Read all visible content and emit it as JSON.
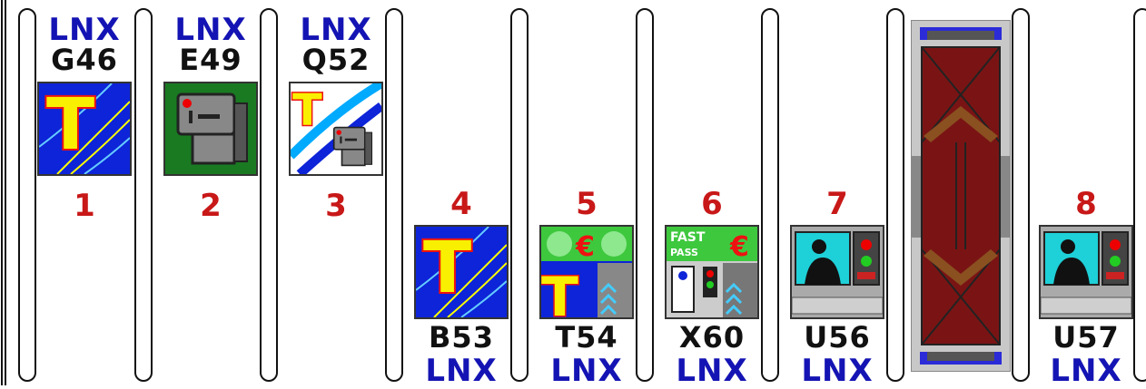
{
  "colors": {
    "brand_text": "#1414b4",
    "code_text": "#111111",
    "number_text": "#c81818",
    "tile_blue": "#0d24d8",
    "tile_green": "#1a7a22",
    "tile_yellow": "#f8f000",
    "tile_red": "#ee1111",
    "bridge_red": "#7a1414",
    "bridge_frame": "#b8b8b8"
  },
  "stations": [
    {
      "number": "1",
      "brand": "LNX",
      "code": "G46",
      "icon": "ticket-office-icon",
      "position": "top"
    },
    {
      "number": "2",
      "brand": "LNX",
      "code": "E49",
      "icon": "ticket-machine-icon",
      "position": "top"
    },
    {
      "number": "3",
      "brand": "LNX",
      "code": "Q52",
      "icon": "ticket-office-and-machine-icon",
      "position": "top"
    },
    {
      "number": "4",
      "brand": "LNX",
      "code": "B53",
      "icon": "ticket-office-icon",
      "position": "bottom"
    },
    {
      "number": "5",
      "brand": "LNX",
      "code": "T54",
      "icon": "euro-ticket-office-gate-icon",
      "position": "bottom"
    },
    {
      "number": "6",
      "brand": "LNX",
      "code": "X60",
      "icon": "fast-pass-gate-icon",
      "position": "bottom"
    },
    {
      "number": "7",
      "brand": "LNX",
      "code": "U56",
      "icon": "signal-operator-icon",
      "position": "bottom"
    },
    {
      "number": "8",
      "brand": "LNX",
      "code": "U57",
      "icon": "signal-operator-icon",
      "position": "bottom"
    }
  ],
  "tile_texts": {
    "t_letter": "T",
    "euro": "€",
    "fast": "FAST",
    "pass": "PASS"
  },
  "bridge": {
    "icon": "footbridge-icon"
  }
}
